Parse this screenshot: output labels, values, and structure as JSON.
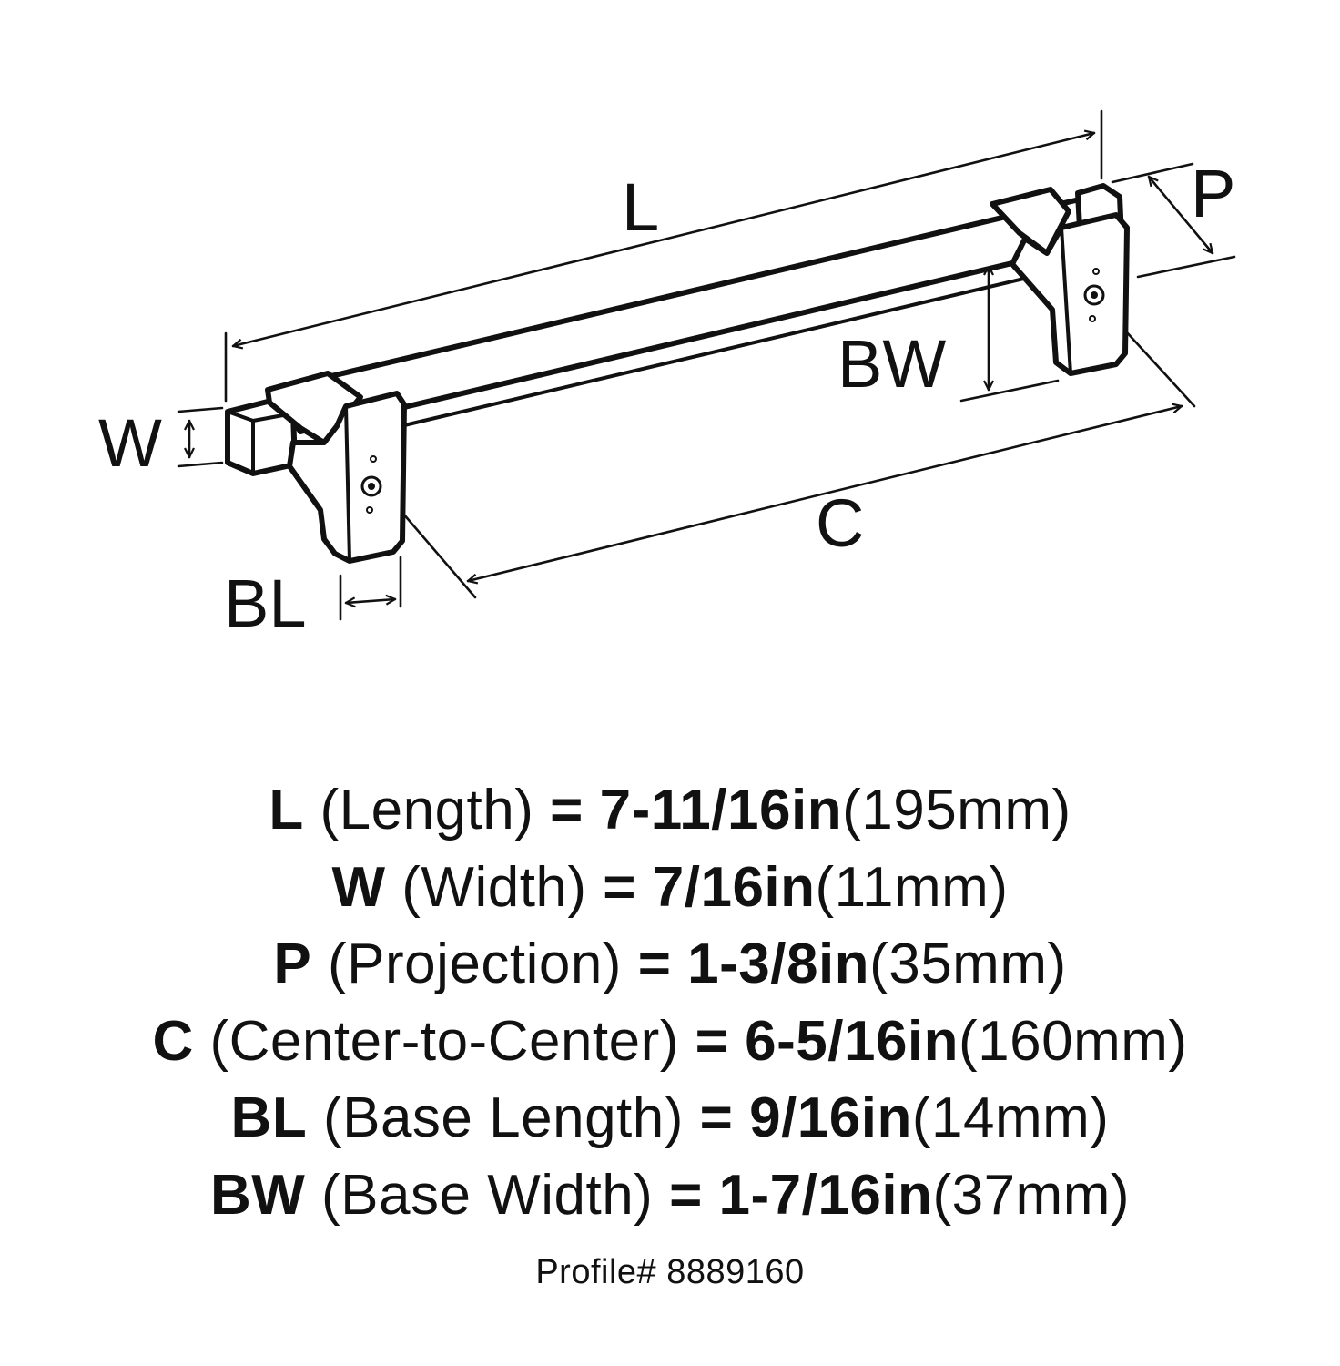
{
  "diagram": {
    "labels": {
      "L": "L",
      "W": "W",
      "P": "P",
      "BW": "BW",
      "C": "C",
      "BL": "BL"
    }
  },
  "specs": [
    {
      "key": "L",
      "name": "(Length)",
      "eq": "=",
      "imperial": "7-11/16in",
      "metric": "(195mm)"
    },
    {
      "key": "W",
      "name": "(Width)",
      "eq": "=",
      "imperial": "7/16in",
      "metric": "(11mm)"
    },
    {
      "key": "P",
      "name": "(Projection)",
      "eq": "=",
      "imperial": "1-3/8in",
      "metric": "(35mm)"
    },
    {
      "key": "C",
      "name": "(Center-to-Center)",
      "eq": "=",
      "imperial": "6-5/16in",
      "metric": "(160mm)"
    },
    {
      "key": "BL",
      "name": "(Base Length)",
      "eq": "=",
      "imperial": "9/16in",
      "metric": "(14mm)"
    },
    {
      "key": "BW",
      "name": "(Base Width)",
      "eq": "=",
      "imperial": "1-7/16in",
      "metric": "(37mm)"
    }
  ],
  "profile": "Profile# 8889160"
}
